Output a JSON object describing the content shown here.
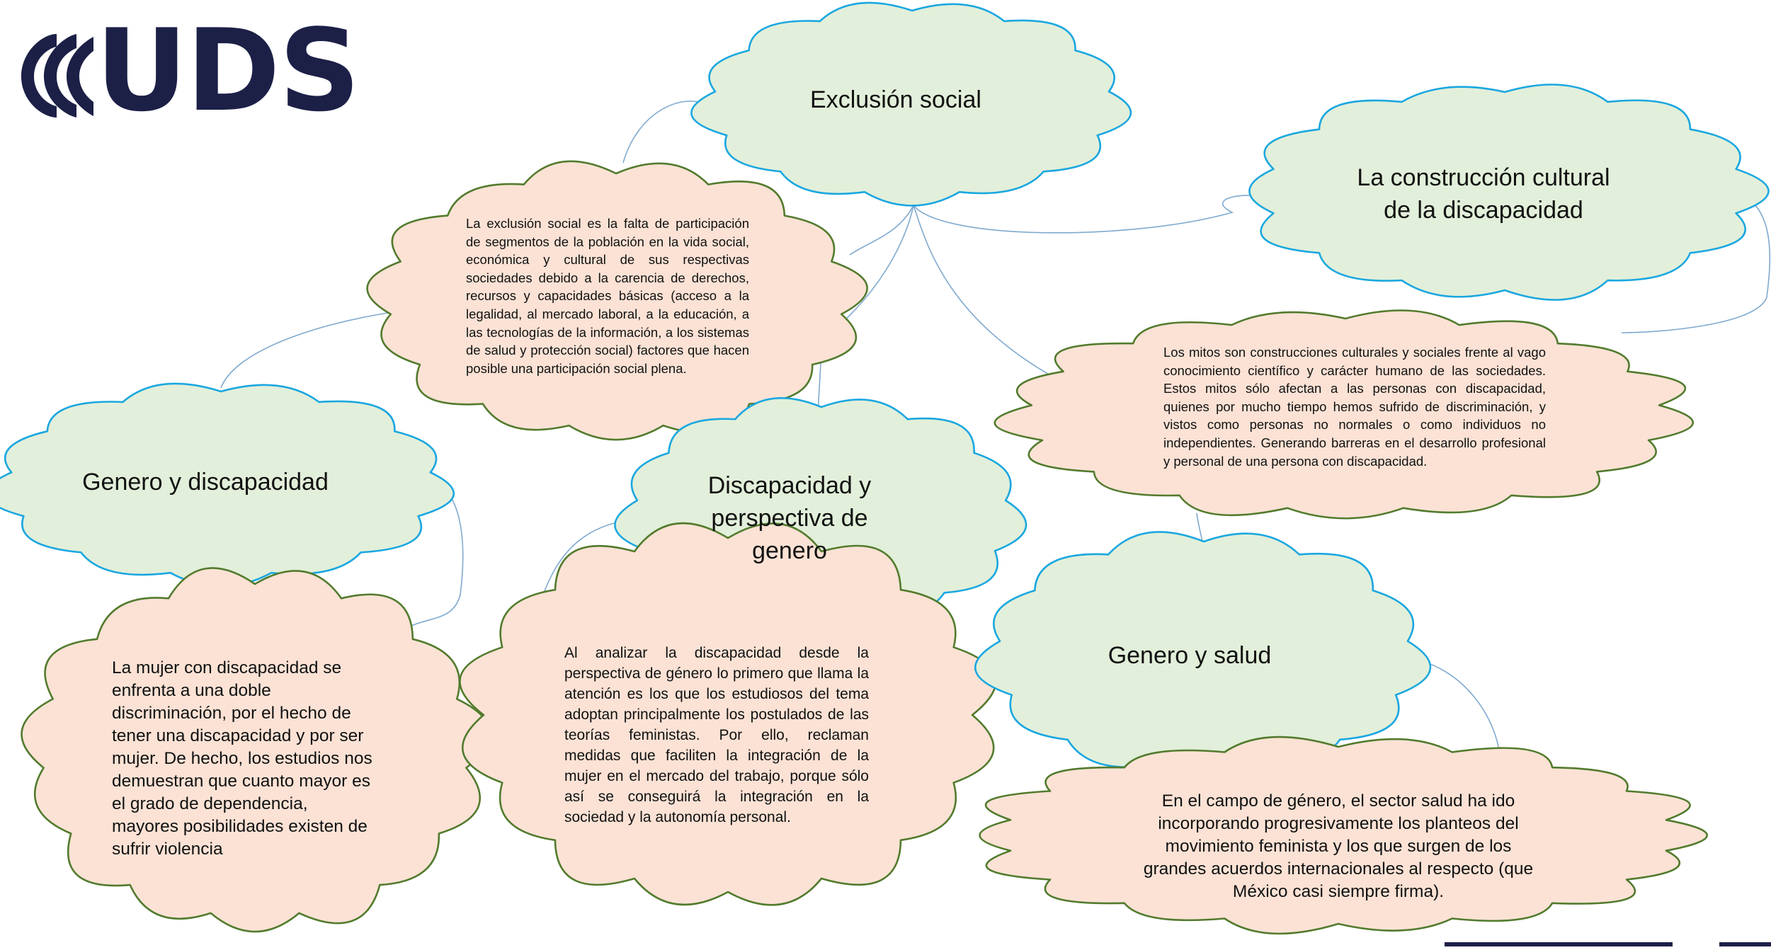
{
  "logo": {
    "text": "UDS"
  },
  "colors": {
    "title_fill": "#e2efda",
    "title_stroke": "#1aa7e0",
    "text_fill": "#fbe2d5",
    "text_stroke": "#527b2d",
    "connector": "#7fa9cf",
    "logo": "#1c2047"
  },
  "nodes": {
    "exclusion_title": "Exclusión social",
    "exclusion_text": "La exclusión social es la falta de participación de segmentos de la población en la vida social, económica y cultural de sus respectivas sociedades debido a la carencia de derechos, recursos y capacidades básicas (acceso a la legalidad, al mercado laboral, a la educación, a las tecnologías de la información, a los sistemas de salud y protección social) factores que hacen posible una participación social plena.",
    "cultural_title": "La construcción cultural de la discapacidad",
    "cultural_text": "Los mitos son construcciones culturales y sociales frente al vago conocimiento científico y carácter humano de las sociedades. Estos mitos sólo afectan a las personas con discapacidad, quienes por mucho tiempo hemos sufrido de discriminación, y vistos como personas no normales o como individuos no independientes. Generando barreras en el desarrollo profesional y personal de una persona con discapacidad.",
    "genero_disc_title": "Genero y discapacidad",
    "genero_disc_text": "La mujer con discapacidad se enfrenta a una doble discriminación, por el hecho de tener una discapacidad y por ser mujer. De hecho, los estudios nos demuestran que cuanto mayor es el grado de dependencia, mayores posibilidades existen de sufrir violencia",
    "perspectiva_title": "Discapacidad y perspectiva de genero",
    "perspectiva_text": "Al analizar la discapacidad desde la perspectiva de género lo primero que llama la atención es los que los estudiosos del tema adoptan principalmente los postulados de las teorías feministas. Por ello, reclaman medidas que faciliten la integración de la mujer en el mercado del trabajo, porque sólo así se conseguirá la integración en la sociedad y la autonomía personal.",
    "salud_title": "Genero y salud",
    "salud_text": "En el campo de género, el sector salud ha ido incorporando progresivamente los planteos del movimiento feminista y los que surgen de los grandes acuerdos internacionales al respecto (que México casi siempre firma)."
  }
}
